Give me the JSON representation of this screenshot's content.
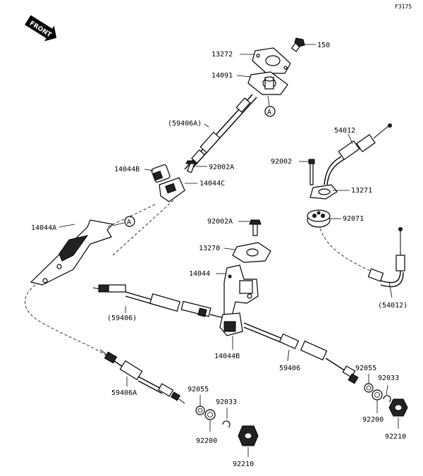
{
  "diagram_code": "F3175",
  "front_label": "FRONT",
  "ref_marker": "A",
  "parts": {
    "p150": "150",
    "p13272": "13272",
    "p14091": "14091",
    "p59406A_paren": "(59406A)",
    "p14044B_top": "14044B",
    "p92002A_top": "92002A",
    "p14044C": "14044C",
    "p14044A": "14044A",
    "p54012": "54012",
    "p92002": "92002",
    "p13271": "13271",
    "p92071": "92071",
    "p54012_paren": "(54012)",
    "p92002A_mid": "92002A",
    "p13270": "13270",
    "p14044": "14044",
    "p59406_paren": "(59406)",
    "p14044B_bot": "14044B",
    "p59406": "59406",
    "p59406A": "59406A",
    "p92055_left": "92055",
    "p92033_left": "92033",
    "p92200_left": "92200",
    "p92210_left": "92210",
    "p92055_right": "92055",
    "p92033_right": "92033",
    "p92200_right": "92200",
    "p92210_right": "92210"
  }
}
